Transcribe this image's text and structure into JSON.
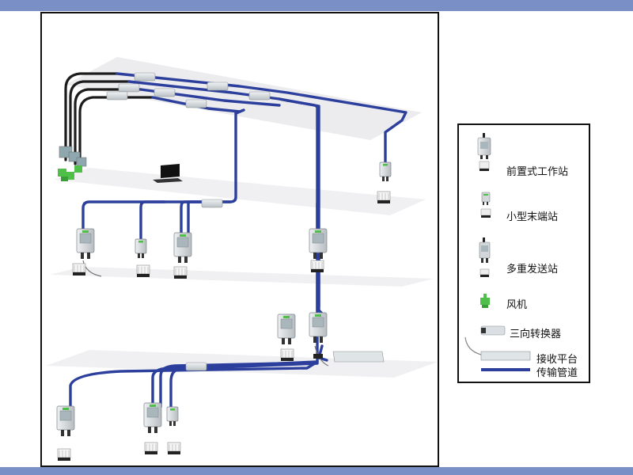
{
  "legend": {
    "items": [
      {
        "label": "前置式工作站",
        "icon": "front-workstation-icon"
      },
      {
        "label": "小型末端站",
        "icon": "small-terminal-station-icon"
      },
      {
        "label": "多重发送站",
        "icon": "multi-send-station-icon"
      },
      {
        "label": "风机",
        "icon": "blower-fan-icon"
      },
      {
        "label": "三向转换器",
        "icon": "three-way-diverter-icon"
      },
      {
        "label": "接收平台",
        "icon": "receiving-platform-icon"
      },
      {
        "label": "传输管道",
        "icon": "transmission-pipe-icon"
      }
    ]
  },
  "colors": {
    "pipe": "#2c3f9c",
    "pipe_highlight": "#5a6fd0",
    "floor": "#e9e9ec",
    "station_body": "#d6d9dc",
    "station_window": "#9fb0b8",
    "fan": "#4fbf4a",
    "frame_bars": "#7a8fc6"
  }
}
